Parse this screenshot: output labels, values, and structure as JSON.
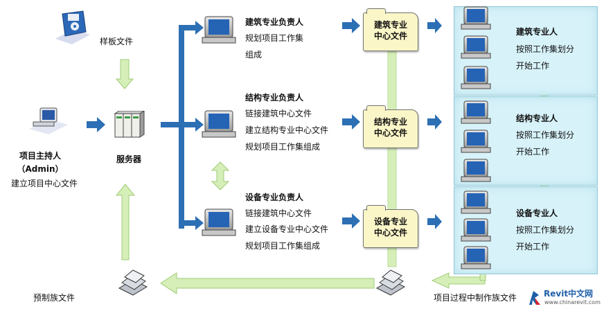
{
  "template_file": {
    "label": "样板文件"
  },
  "admin": {
    "name": "项目主持人",
    "role": "（Admin）",
    "action": "建立项目中心文件"
  },
  "server": {
    "label": "服务器"
  },
  "prebuilt_family": {
    "label": "预制族文件"
  },
  "inprocess_family": {
    "label": "项目过程中制作族文件"
  },
  "leads": [
    {
      "title": "建筑专业负责人",
      "lines": [
        "规划项目工作集",
        "组成"
      ]
    },
    {
      "title": "结构专业负责人",
      "lines": [
        "链接建筑中心文件",
        "建立结构专业中心文件",
        "规划项目工作集组成"
      ]
    },
    {
      "title": "设备专业负责人",
      "lines": [
        "链接建筑中心文件",
        "建立设备专业中心文件",
        "规划项目工作集组成"
      ]
    }
  ],
  "central_files": [
    {
      "line1": "建筑专业",
      "line2": "中心文件"
    },
    {
      "line1": "结构专业",
      "line2": "中心文件"
    },
    {
      "line1": "设备专业",
      "line2": "中心文件"
    }
  ],
  "teams": [
    {
      "title": "建筑专业人",
      "lines": [
        "按照工作集划分",
        "开始工作"
      ]
    },
    {
      "title": "结构专业人",
      "lines": [
        "按照工作集划分",
        "开始工作"
      ]
    },
    {
      "title": "设备专业人",
      "lines": [
        "按照工作集划分",
        "开始工作"
      ]
    }
  ],
  "watermark": {
    "brand": "Revit中文网",
    "url": "www.chinarevit.com"
  },
  "colors": {
    "blue_arrow": "#2c6fb4",
    "green_arrow": "#d6efb8",
    "panel": "#d7f2f9",
    "folder": "#fbf6c8"
  }
}
